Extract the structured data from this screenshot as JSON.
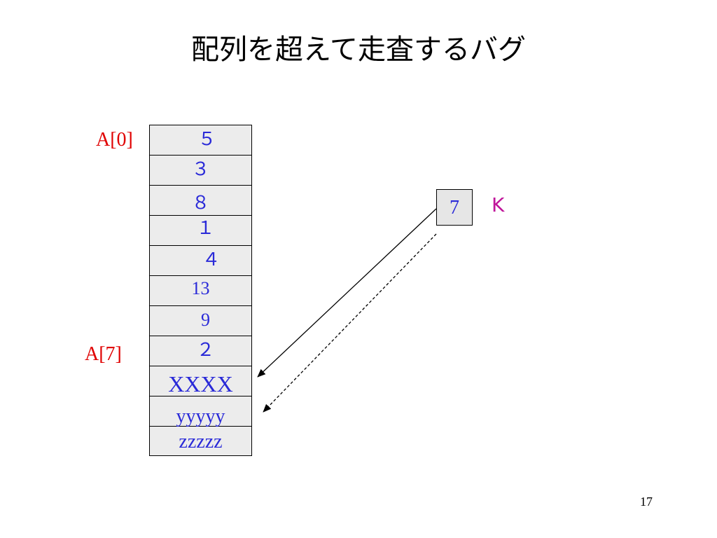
{
  "title": "配列を超えて走査するバグ",
  "array": {
    "cells": [
      "５",
      "３",
      "８",
      "１",
      "４",
      "13",
      "9",
      "２",
      "XXXX",
      "yyyyy",
      "zzzzz"
    ],
    "label_first": "A[0]",
    "label_last": "A[7]"
  },
  "key": {
    "value": "7",
    "label": "K"
  },
  "page_number": "17"
}
